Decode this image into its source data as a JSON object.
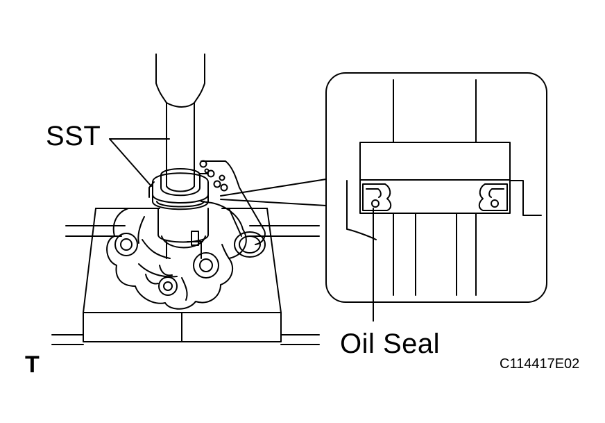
{
  "labels": {
    "sst": "SST",
    "oil_seal": "Oil Seal",
    "corner_mark": "T",
    "figure_code": "C114417E02"
  },
  "colors": {
    "ink": "#000000",
    "paper": "#ffffff"
  }
}
